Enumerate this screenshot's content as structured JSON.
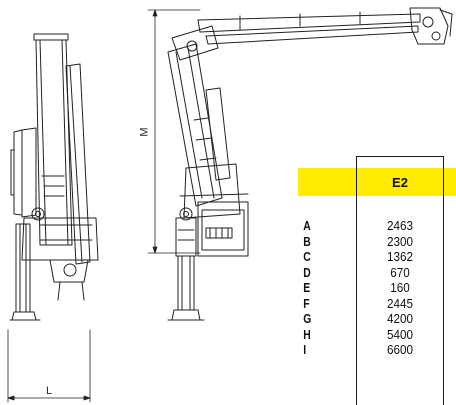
{
  "dimensions": {
    "height_label": "M",
    "width_label": "L"
  },
  "table": {
    "column_header": "E2",
    "rows": [
      {
        "key": "A",
        "value": "2463"
      },
      {
        "key": "B",
        "value": "2300"
      },
      {
        "key": "C",
        "value": "1362"
      },
      {
        "key": "D",
        "value": "670"
      },
      {
        "key": "E",
        "value": "160"
      },
      {
        "key": "F",
        "value": "2445"
      },
      {
        "key": "G",
        "value": "4200"
      },
      {
        "key": "H",
        "value": "5400"
      },
      {
        "key": "I",
        "value": "6600"
      }
    ],
    "header_color": "#ffec00"
  }
}
